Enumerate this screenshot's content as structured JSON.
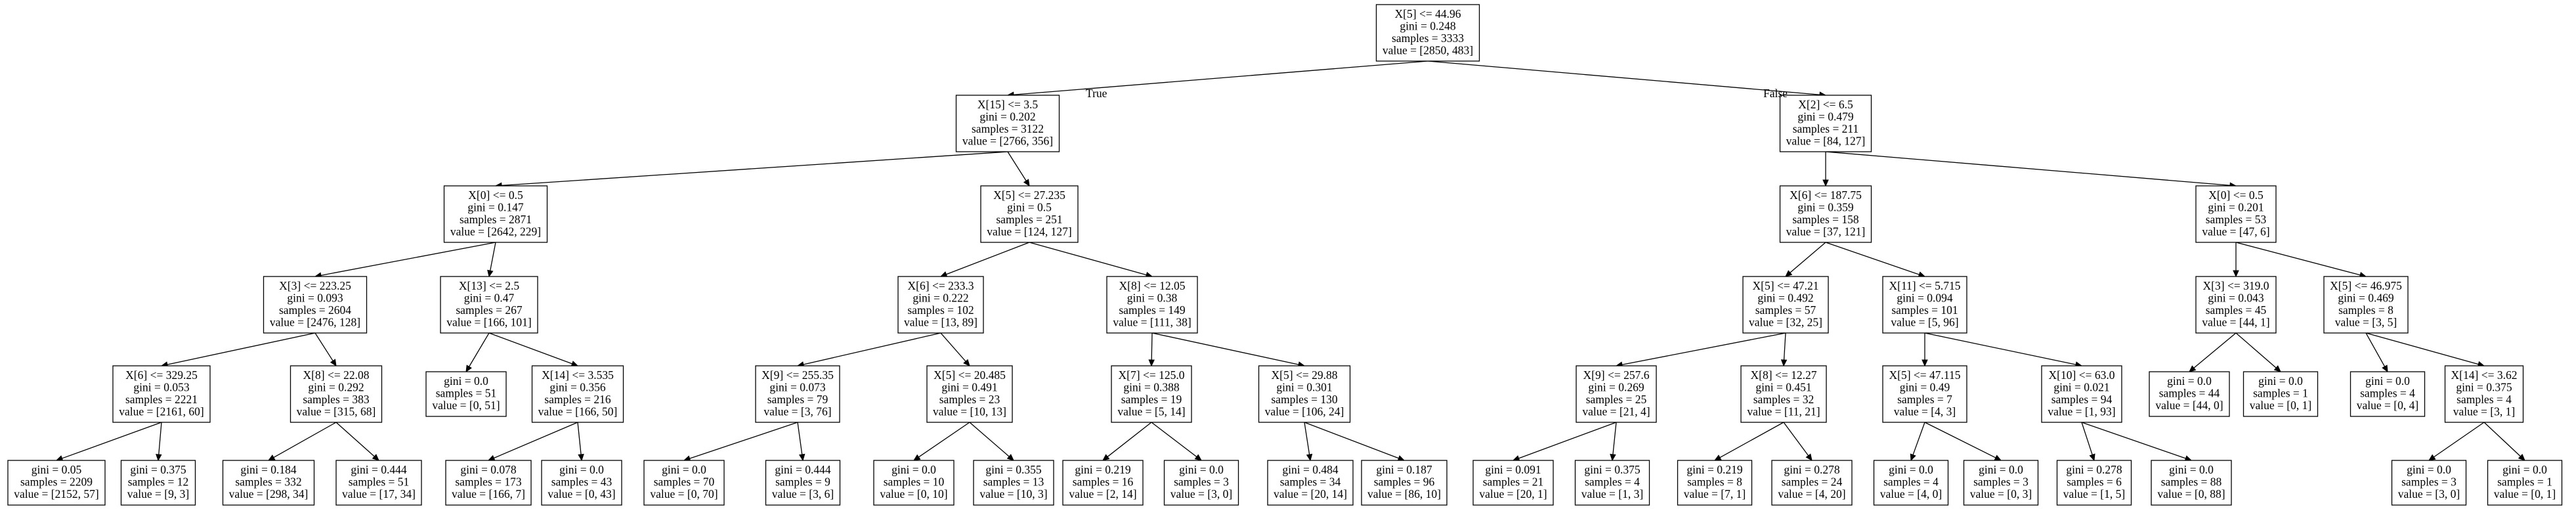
{
  "colors": {
    "background": "#ffffff",
    "ink": "#000000"
  },
  "edge_labels": {
    "true_label": "True",
    "false_label": "False"
  },
  "nodes": [
    {
      "id": 0,
      "lines": [
        "X[5] <= 44.96",
        "gini = 0.248",
        "samples = 3333",
        "value = [2850, 483]"
      ]
    },
    {
      "id": 1,
      "lines": [
        "X[15] <= 3.5",
        "gini = 0.202",
        "samples = 3122",
        "value = [2766, 356]"
      ]
    },
    {
      "id": 2,
      "lines": [
        "X[2] <= 6.5",
        "gini = 0.479",
        "samples = 211",
        "value = [84, 127]"
      ]
    },
    {
      "id": 3,
      "lines": [
        "X[0] <= 0.5",
        "gini = 0.147",
        "samples = 2871",
        "value = [2642, 229]"
      ]
    },
    {
      "id": 4,
      "lines": [
        "X[5] <= 27.235",
        "gini = 0.5",
        "samples = 251",
        "value = [124, 127]"
      ]
    },
    {
      "id": 5,
      "lines": [
        "X[6] <= 187.75",
        "gini = 0.359",
        "samples = 158",
        "value = [37, 121]"
      ]
    },
    {
      "id": 6,
      "lines": [
        "X[0] <= 0.5",
        "gini = 0.201",
        "samples = 53",
        "value = [47, 6]"
      ]
    },
    {
      "id": 7,
      "lines": [
        "X[3] <= 223.25",
        "gini = 0.093",
        "samples = 2604",
        "value = [2476, 128]"
      ]
    },
    {
      "id": 8,
      "lines": [
        "X[13] <= 2.5",
        "gini = 0.47",
        "samples = 267",
        "value = [166, 101]"
      ]
    },
    {
      "id": 9,
      "lines": [
        "X[6] <= 233.3",
        "gini = 0.222",
        "samples = 102",
        "value = [13, 89]"
      ]
    },
    {
      "id": 10,
      "lines": [
        "X[8] <= 12.05",
        "gini = 0.38",
        "samples = 149",
        "value = [111, 38]"
      ]
    },
    {
      "id": 11,
      "lines": [
        "X[5] <= 47.21",
        "gini = 0.492",
        "samples = 57",
        "value = [32, 25]"
      ]
    },
    {
      "id": 12,
      "lines": [
        "X[11] <= 5.715",
        "gini = 0.094",
        "samples = 101",
        "value = [5, 96]"
      ]
    },
    {
      "id": 13,
      "lines": [
        "X[3] <= 319.0",
        "gini = 0.043",
        "samples = 45",
        "value = [44, 1]"
      ]
    },
    {
      "id": 14,
      "lines": [
        "X[5] <= 46.975",
        "gini = 0.469",
        "samples = 8",
        "value = [3, 5]"
      ]
    },
    {
      "id": 15,
      "lines": [
        "X[6] <= 329.25",
        "gini = 0.053",
        "samples = 2221",
        "value = [2161, 60]"
      ]
    },
    {
      "id": 16,
      "lines": [
        "X[8] <= 22.08",
        "gini = 0.292",
        "samples = 383",
        "value = [315, 68]"
      ]
    },
    {
      "id": 17,
      "lines": [
        "gini = 0.0",
        "samples = 51",
        "value = [0, 51]"
      ]
    },
    {
      "id": 18,
      "lines": [
        "X[14] <= 3.535",
        "gini = 0.356",
        "samples = 216",
        "value = [166, 50]"
      ]
    },
    {
      "id": 19,
      "lines": [
        "X[9] <= 255.35",
        "gini = 0.073",
        "samples = 79",
        "value = [3, 76]"
      ]
    },
    {
      "id": 20,
      "lines": [
        "X[5] <= 20.485",
        "gini = 0.491",
        "samples = 23",
        "value = [10, 13]"
      ]
    },
    {
      "id": 21,
      "lines": [
        "X[7] <= 125.0",
        "gini = 0.388",
        "samples = 19",
        "value = [5, 14]"
      ]
    },
    {
      "id": 22,
      "lines": [
        "X[5] <= 29.88",
        "gini = 0.301",
        "samples = 130",
        "value = [106, 24]"
      ]
    },
    {
      "id": 23,
      "lines": [
        "X[9] <= 257.6",
        "gini = 0.269",
        "samples = 25",
        "value = [21, 4]"
      ]
    },
    {
      "id": 24,
      "lines": [
        "X[8] <= 12.27",
        "gini = 0.451",
        "samples = 32",
        "value = [11, 21]"
      ]
    },
    {
      "id": 25,
      "lines": [
        "X[5] <= 47.115",
        "gini = 0.49",
        "samples = 7",
        "value = [4, 3]"
      ]
    },
    {
      "id": 26,
      "lines": [
        "X[10] <= 63.0",
        "gini = 0.021",
        "samples = 94",
        "value = [1, 93]"
      ]
    },
    {
      "id": 27,
      "lines": [
        "gini = 0.0",
        "samples = 44",
        "value = [44, 0]"
      ]
    },
    {
      "id": 28,
      "lines": [
        "gini = 0.0",
        "samples = 1",
        "value = [0, 1]"
      ]
    },
    {
      "id": 29,
      "lines": [
        "gini = 0.0",
        "samples = 4",
        "value = [0, 4]"
      ]
    },
    {
      "id": 30,
      "lines": [
        "X[14] <= 3.62",
        "gini = 0.375",
        "samples = 4",
        "value = [3, 1]"
      ]
    },
    {
      "id": 31,
      "lines": [
        "gini = 0.05",
        "samples = 2209",
        "value = [2152, 57]"
      ]
    },
    {
      "id": 32,
      "lines": [
        "gini = 0.375",
        "samples = 12",
        "value = [9, 3]"
      ]
    },
    {
      "id": 33,
      "lines": [
        "gini = 0.184",
        "samples = 332",
        "value = [298, 34]"
      ]
    },
    {
      "id": 34,
      "lines": [
        "gini = 0.444",
        "samples = 51",
        "value = [17, 34]"
      ]
    },
    {
      "id": 35,
      "lines": [
        "gini = 0.078",
        "samples = 173",
        "value = [166, 7]"
      ]
    },
    {
      "id": 36,
      "lines": [
        "gini = 0.0",
        "samples = 43",
        "value = [0, 43]"
      ]
    },
    {
      "id": 37,
      "lines": [
        "gini = 0.0",
        "samples = 70",
        "value = [0, 70]"
      ]
    },
    {
      "id": 38,
      "lines": [
        "gini = 0.444",
        "samples = 9",
        "value = [3, 6]"
      ]
    },
    {
      "id": 39,
      "lines": [
        "gini = 0.0",
        "samples = 10",
        "value = [0, 10]"
      ]
    },
    {
      "id": 40,
      "lines": [
        "gini = 0.355",
        "samples = 13",
        "value = [10, 3]"
      ]
    },
    {
      "id": 41,
      "lines": [
        "gini = 0.219",
        "samples = 16",
        "value = [2, 14]"
      ]
    },
    {
      "id": 42,
      "lines": [
        "gini = 0.0",
        "samples = 3",
        "value = [3, 0]"
      ]
    },
    {
      "id": 43,
      "lines": [
        "gini = 0.484",
        "samples = 34",
        "value = [20, 14]"
      ]
    },
    {
      "id": 44,
      "lines": [
        "gini = 0.187",
        "samples = 96",
        "value = [86, 10]"
      ]
    },
    {
      "id": 45,
      "lines": [
        "gini = 0.091",
        "samples = 21",
        "value = [20, 1]"
      ]
    },
    {
      "id": 46,
      "lines": [
        "gini = 0.375",
        "samples = 4",
        "value = [1, 3]"
      ]
    },
    {
      "id": 47,
      "lines": [
        "gini = 0.219",
        "samples = 8",
        "value = [7, 1]"
      ]
    },
    {
      "id": 48,
      "lines": [
        "gini = 0.278",
        "samples = 24",
        "value = [4, 20]"
      ]
    },
    {
      "id": 49,
      "lines": [
        "gini = 0.0",
        "samples = 4",
        "value = [4, 0]"
      ]
    },
    {
      "id": 50,
      "lines": [
        "gini = 0.0",
        "samples = 3",
        "value = [0, 3]"
      ]
    },
    {
      "id": 51,
      "lines": [
        "gini = 0.278",
        "samples = 6",
        "value = [1, 5]"
      ]
    },
    {
      "id": 52,
      "lines": [
        "gini = 0.0",
        "samples = 88",
        "value = [0, 88]"
      ]
    },
    {
      "id": 53,
      "lines": [
        "gini = 0.0",
        "samples = 3",
        "value = [3, 0]"
      ]
    },
    {
      "id": 54,
      "lines": [
        "gini = 0.0",
        "samples = 1",
        "value = [0, 1]"
      ]
    }
  ],
  "edges": [
    [
      0,
      1
    ],
    [
      0,
      2
    ],
    [
      1,
      3
    ],
    [
      1,
      4
    ],
    [
      2,
      5
    ],
    [
      2,
      6
    ],
    [
      3,
      7
    ],
    [
      3,
      8
    ],
    [
      4,
      9
    ],
    [
      4,
      10
    ],
    [
      5,
      11
    ],
    [
      5,
      12
    ],
    [
      6,
      13
    ],
    [
      6,
      14
    ],
    [
      7,
      15
    ],
    [
      7,
      16
    ],
    [
      8,
      17
    ],
    [
      8,
      18
    ],
    [
      9,
      19
    ],
    [
      9,
      20
    ],
    [
      10,
      21
    ],
    [
      10,
      22
    ],
    [
      11,
      23
    ],
    [
      11,
      24
    ],
    [
      12,
      25
    ],
    [
      12,
      26
    ],
    [
      13,
      27
    ],
    [
      13,
      28
    ],
    [
      14,
      29
    ],
    [
      14,
      30
    ],
    [
      15,
      31
    ],
    [
      15,
      32
    ],
    [
      16,
      33
    ],
    [
      16,
      34
    ],
    [
      18,
      35
    ],
    [
      18,
      36
    ],
    [
      19,
      37
    ],
    [
      19,
      38
    ],
    [
      20,
      39
    ],
    [
      20,
      40
    ],
    [
      21,
      41
    ],
    [
      21,
      42
    ],
    [
      22,
      43
    ],
    [
      22,
      44
    ],
    [
      23,
      45
    ],
    [
      23,
      46
    ],
    [
      24,
      47
    ],
    [
      24,
      48
    ],
    [
      25,
      49
    ],
    [
      25,
      50
    ],
    [
      26,
      51
    ],
    [
      26,
      52
    ],
    [
      30,
      53
    ],
    [
      30,
      54
    ]
  ]
}
